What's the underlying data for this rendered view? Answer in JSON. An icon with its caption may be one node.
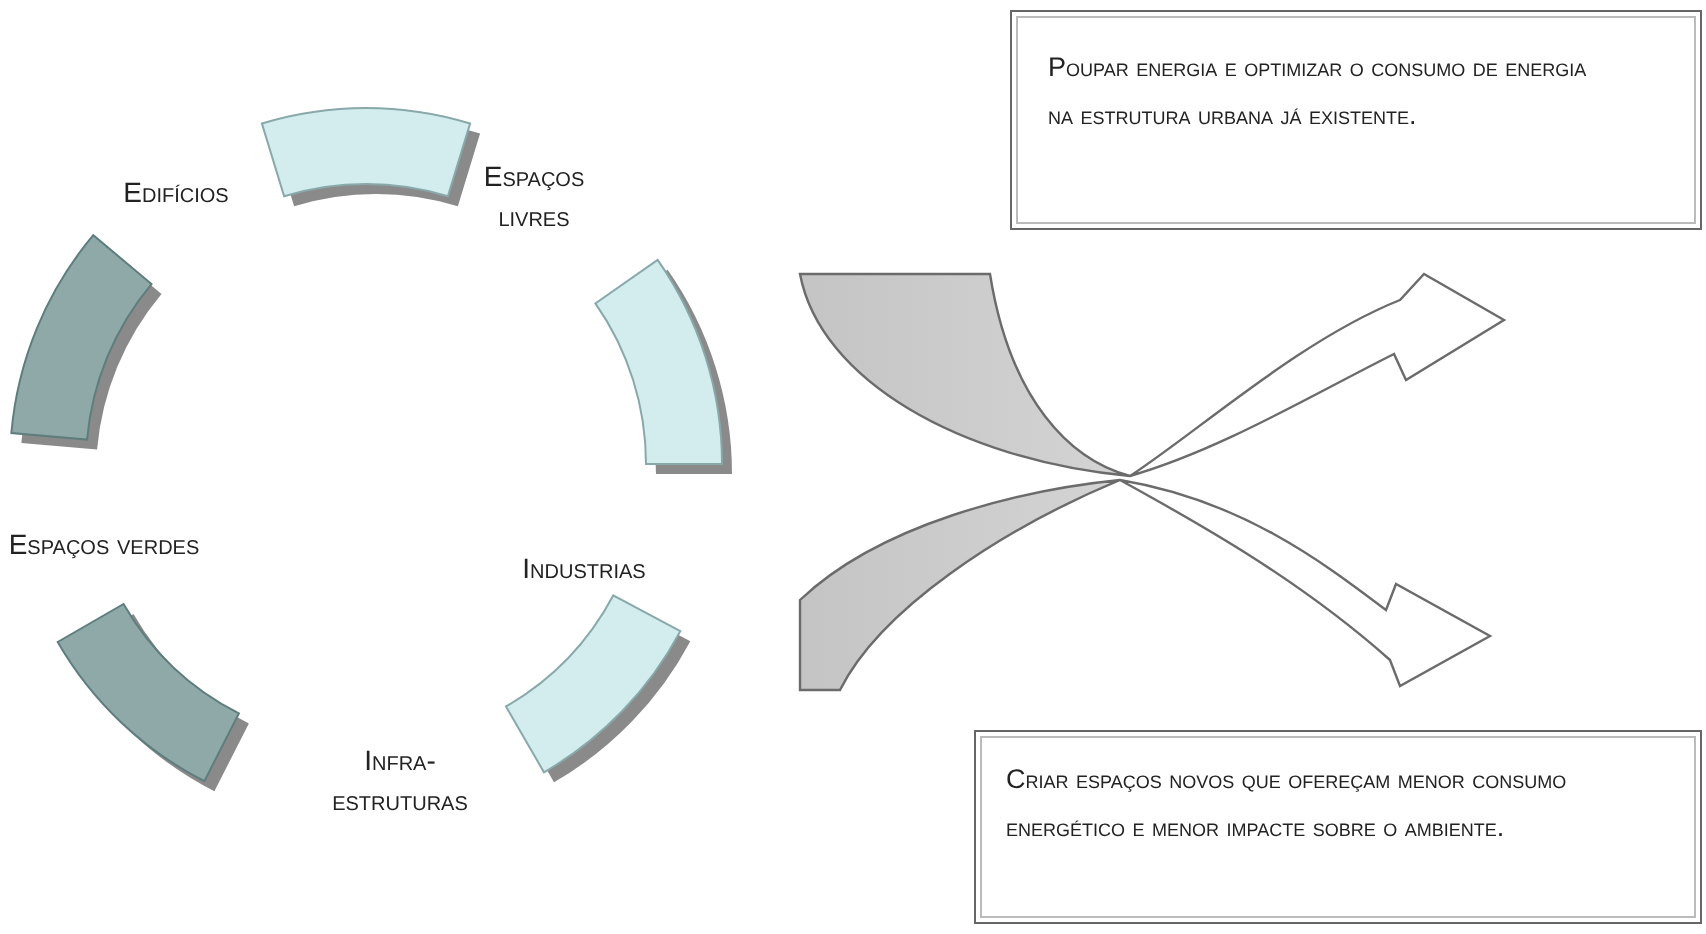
{
  "diagram": {
    "nodes": [
      {
        "text": [],
        "shape": "arc"
      },
      {
        "text": [],
        "shape": "arc"
      },
      {
        "text": [],
        "shape": "arc"
      },
      {
        "text": [],
        "shape": "arc"
      },
      {
        "text": [],
        "shape": "arc"
      },
      {
        "text": [
          "Poupar energia e optimizar o consumo de energia na estrutura urbana já existente."
        ]
      },
      {
        "text": [
          "Criar espaços novos que ofereçam menor consumo energético e menor impacte sobre o ambiente."
        ]
      }
    ],
    "edges": [
      {
        "from": null,
        "to": 5,
        "arrow": "to"
      },
      {
        "from": null,
        "to": 6,
        "arrow": "to"
      }
    ],
    "labels": [
      "Edifícios",
      "Espaços livres",
      "Espaços verdes",
      "Industrias",
      "Infra-estruturas"
    ]
  }
}
